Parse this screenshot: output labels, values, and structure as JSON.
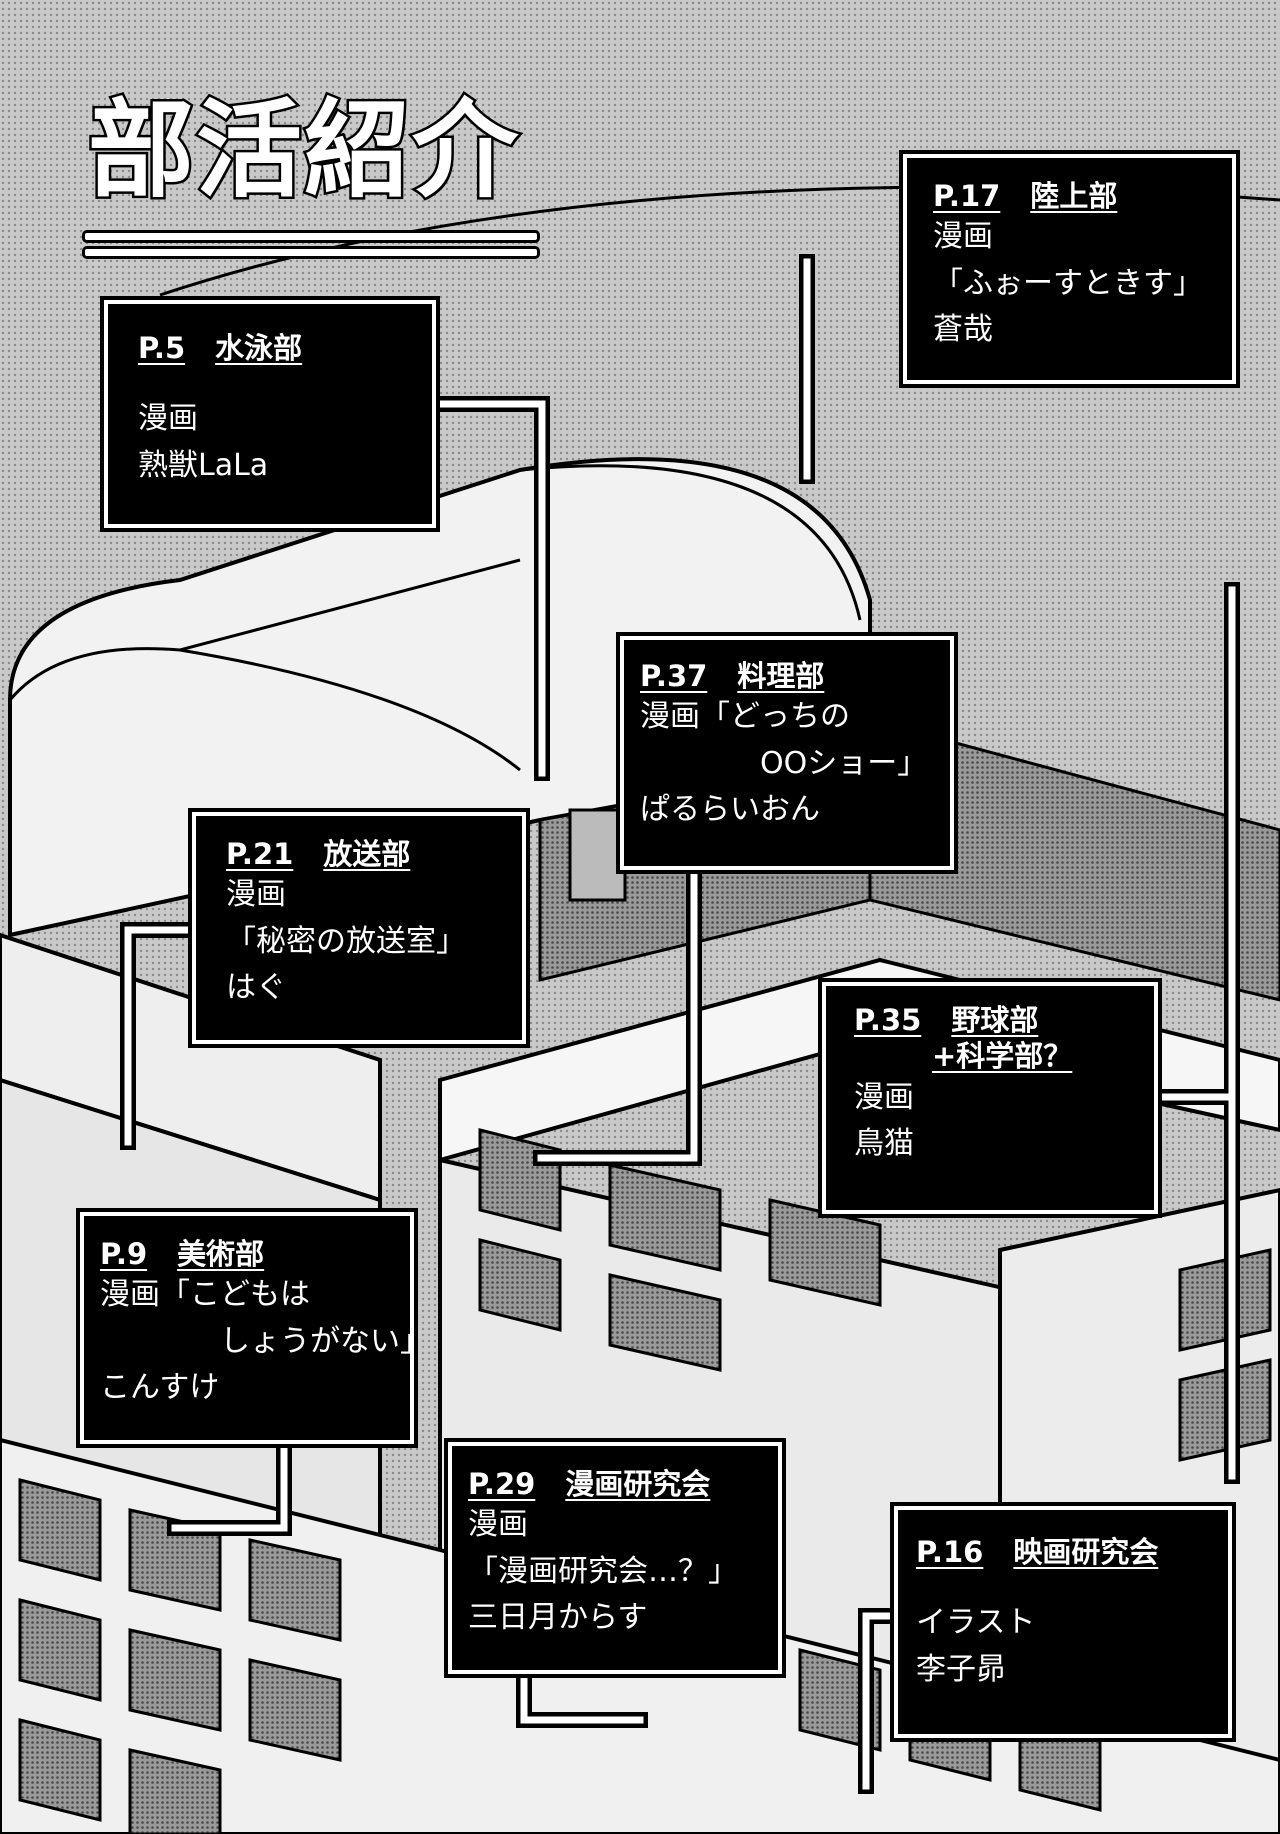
{
  "title": "部活紹介",
  "clubs": [
    {
      "page": "P.5",
      "club": "水泳部",
      "lines": [
        "漫画",
        "熟獣LaLa"
      ]
    },
    {
      "page": "P.17",
      "club": "陸上部",
      "lines": [
        "漫画",
        "「ふぉーすときす」",
        "蒼哉"
      ]
    },
    {
      "page": "P.37",
      "club": "料理部",
      "lines": [
        "漫画「どっちの",
        "OOショー」",
        "ぱるらいおん"
      ]
    },
    {
      "page": "P.21",
      "club": "放送部",
      "lines": [
        "漫画",
        "「秘密の放送室」",
        "はぐ"
      ]
    },
    {
      "page": "P.35",
      "club": "野球部",
      "club2": "+科学部？",
      "lines": [
        "漫画",
        "鳥猫"
      ]
    },
    {
      "page": "P.9",
      "club": "美術部",
      "lines": [
        "漫画「こどもは",
        "しょうがない」",
        "こんすけ"
      ]
    },
    {
      "page": "P.29",
      "club": "漫画研究会",
      "lines": [
        "漫画",
        "「漫画研究会…？」",
        "三日月からす"
      ]
    },
    {
      "page": "P.16",
      "club": "映画研究会",
      "lines": [
        "イラスト",
        "李子昴"
      ]
    }
  ]
}
